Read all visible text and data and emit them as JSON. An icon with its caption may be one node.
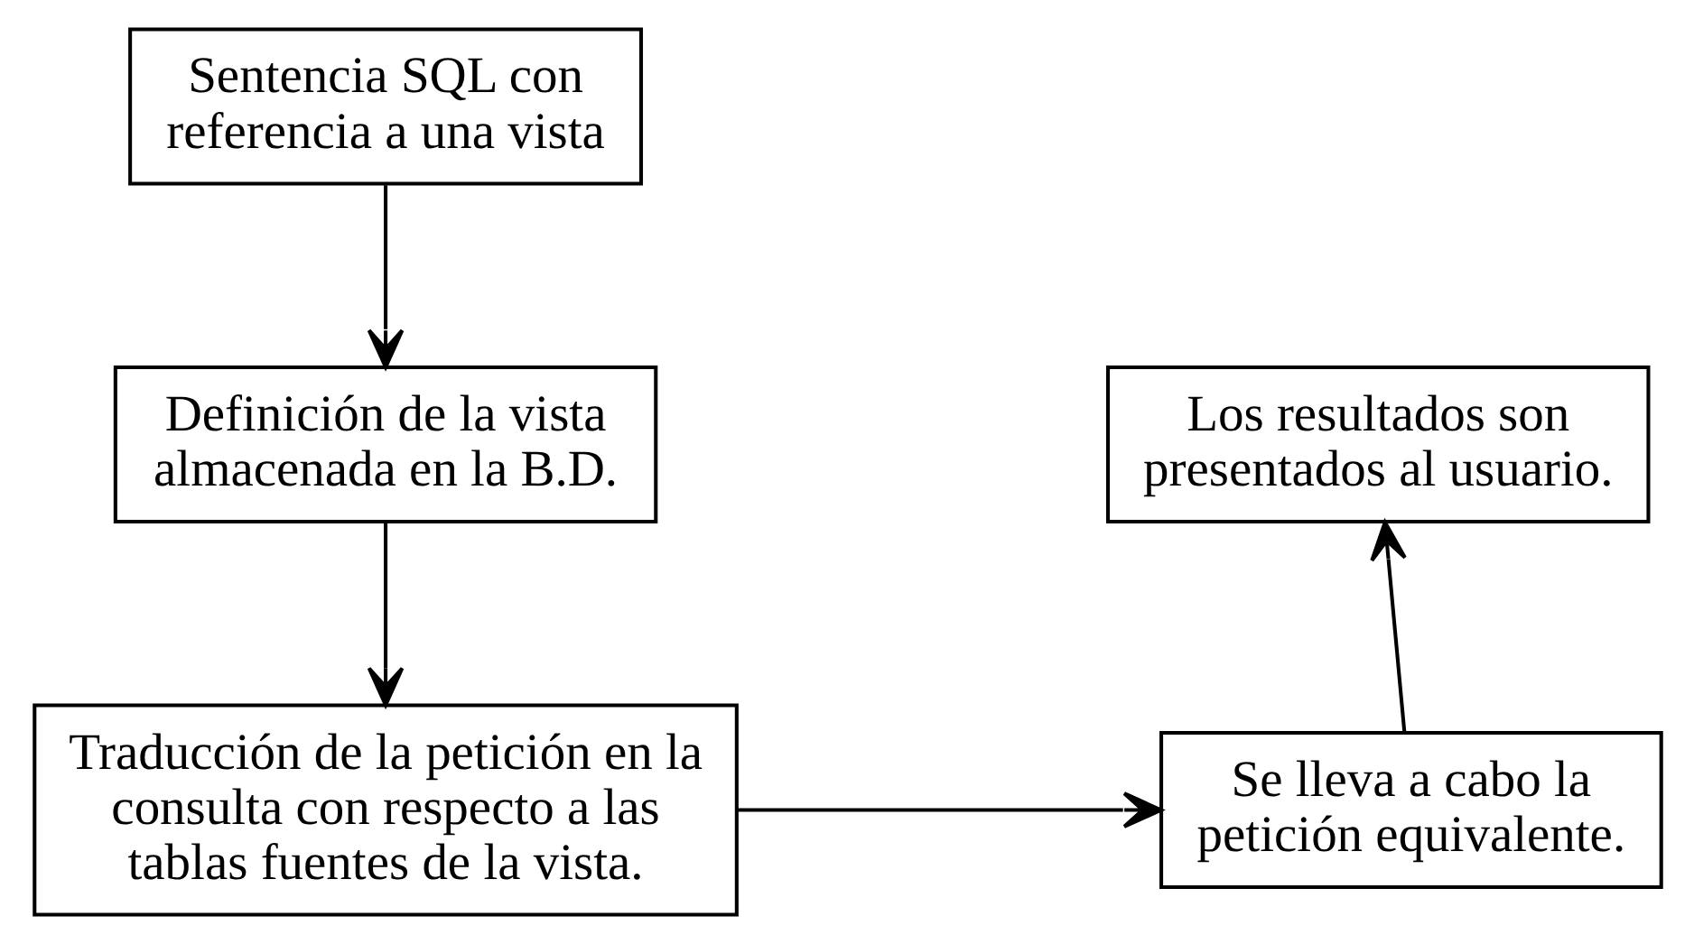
{
  "diagram": {
    "nodes": [
      {
        "text": [
          "Sentencia SQL con referencia a una vista"
        ]
      },
      {
        "text": [
          "Definición de la vista almacenada en la B.D."
        ]
      },
      {
        "text": [
          "Traducción de la petición en la consulta con respecto a las tablas fuentes de la vista."
        ]
      },
      {
        "text": [
          "Se lleva a cabo la petición equivalente."
        ]
      },
      {
        "text": [
          "Los resultados son presentados al usuario."
        ]
      }
    ],
    "edges": [
      {
        "from": 0,
        "to": 1,
        "arrow": "to"
      },
      {
        "from": 1,
        "to": 2,
        "arrow": "to"
      },
      {
        "from": 2,
        "to": 3,
        "arrow": "to"
      },
      {
        "from": 3,
        "to": 4,
        "arrow": "to"
      }
    ]
  }
}
